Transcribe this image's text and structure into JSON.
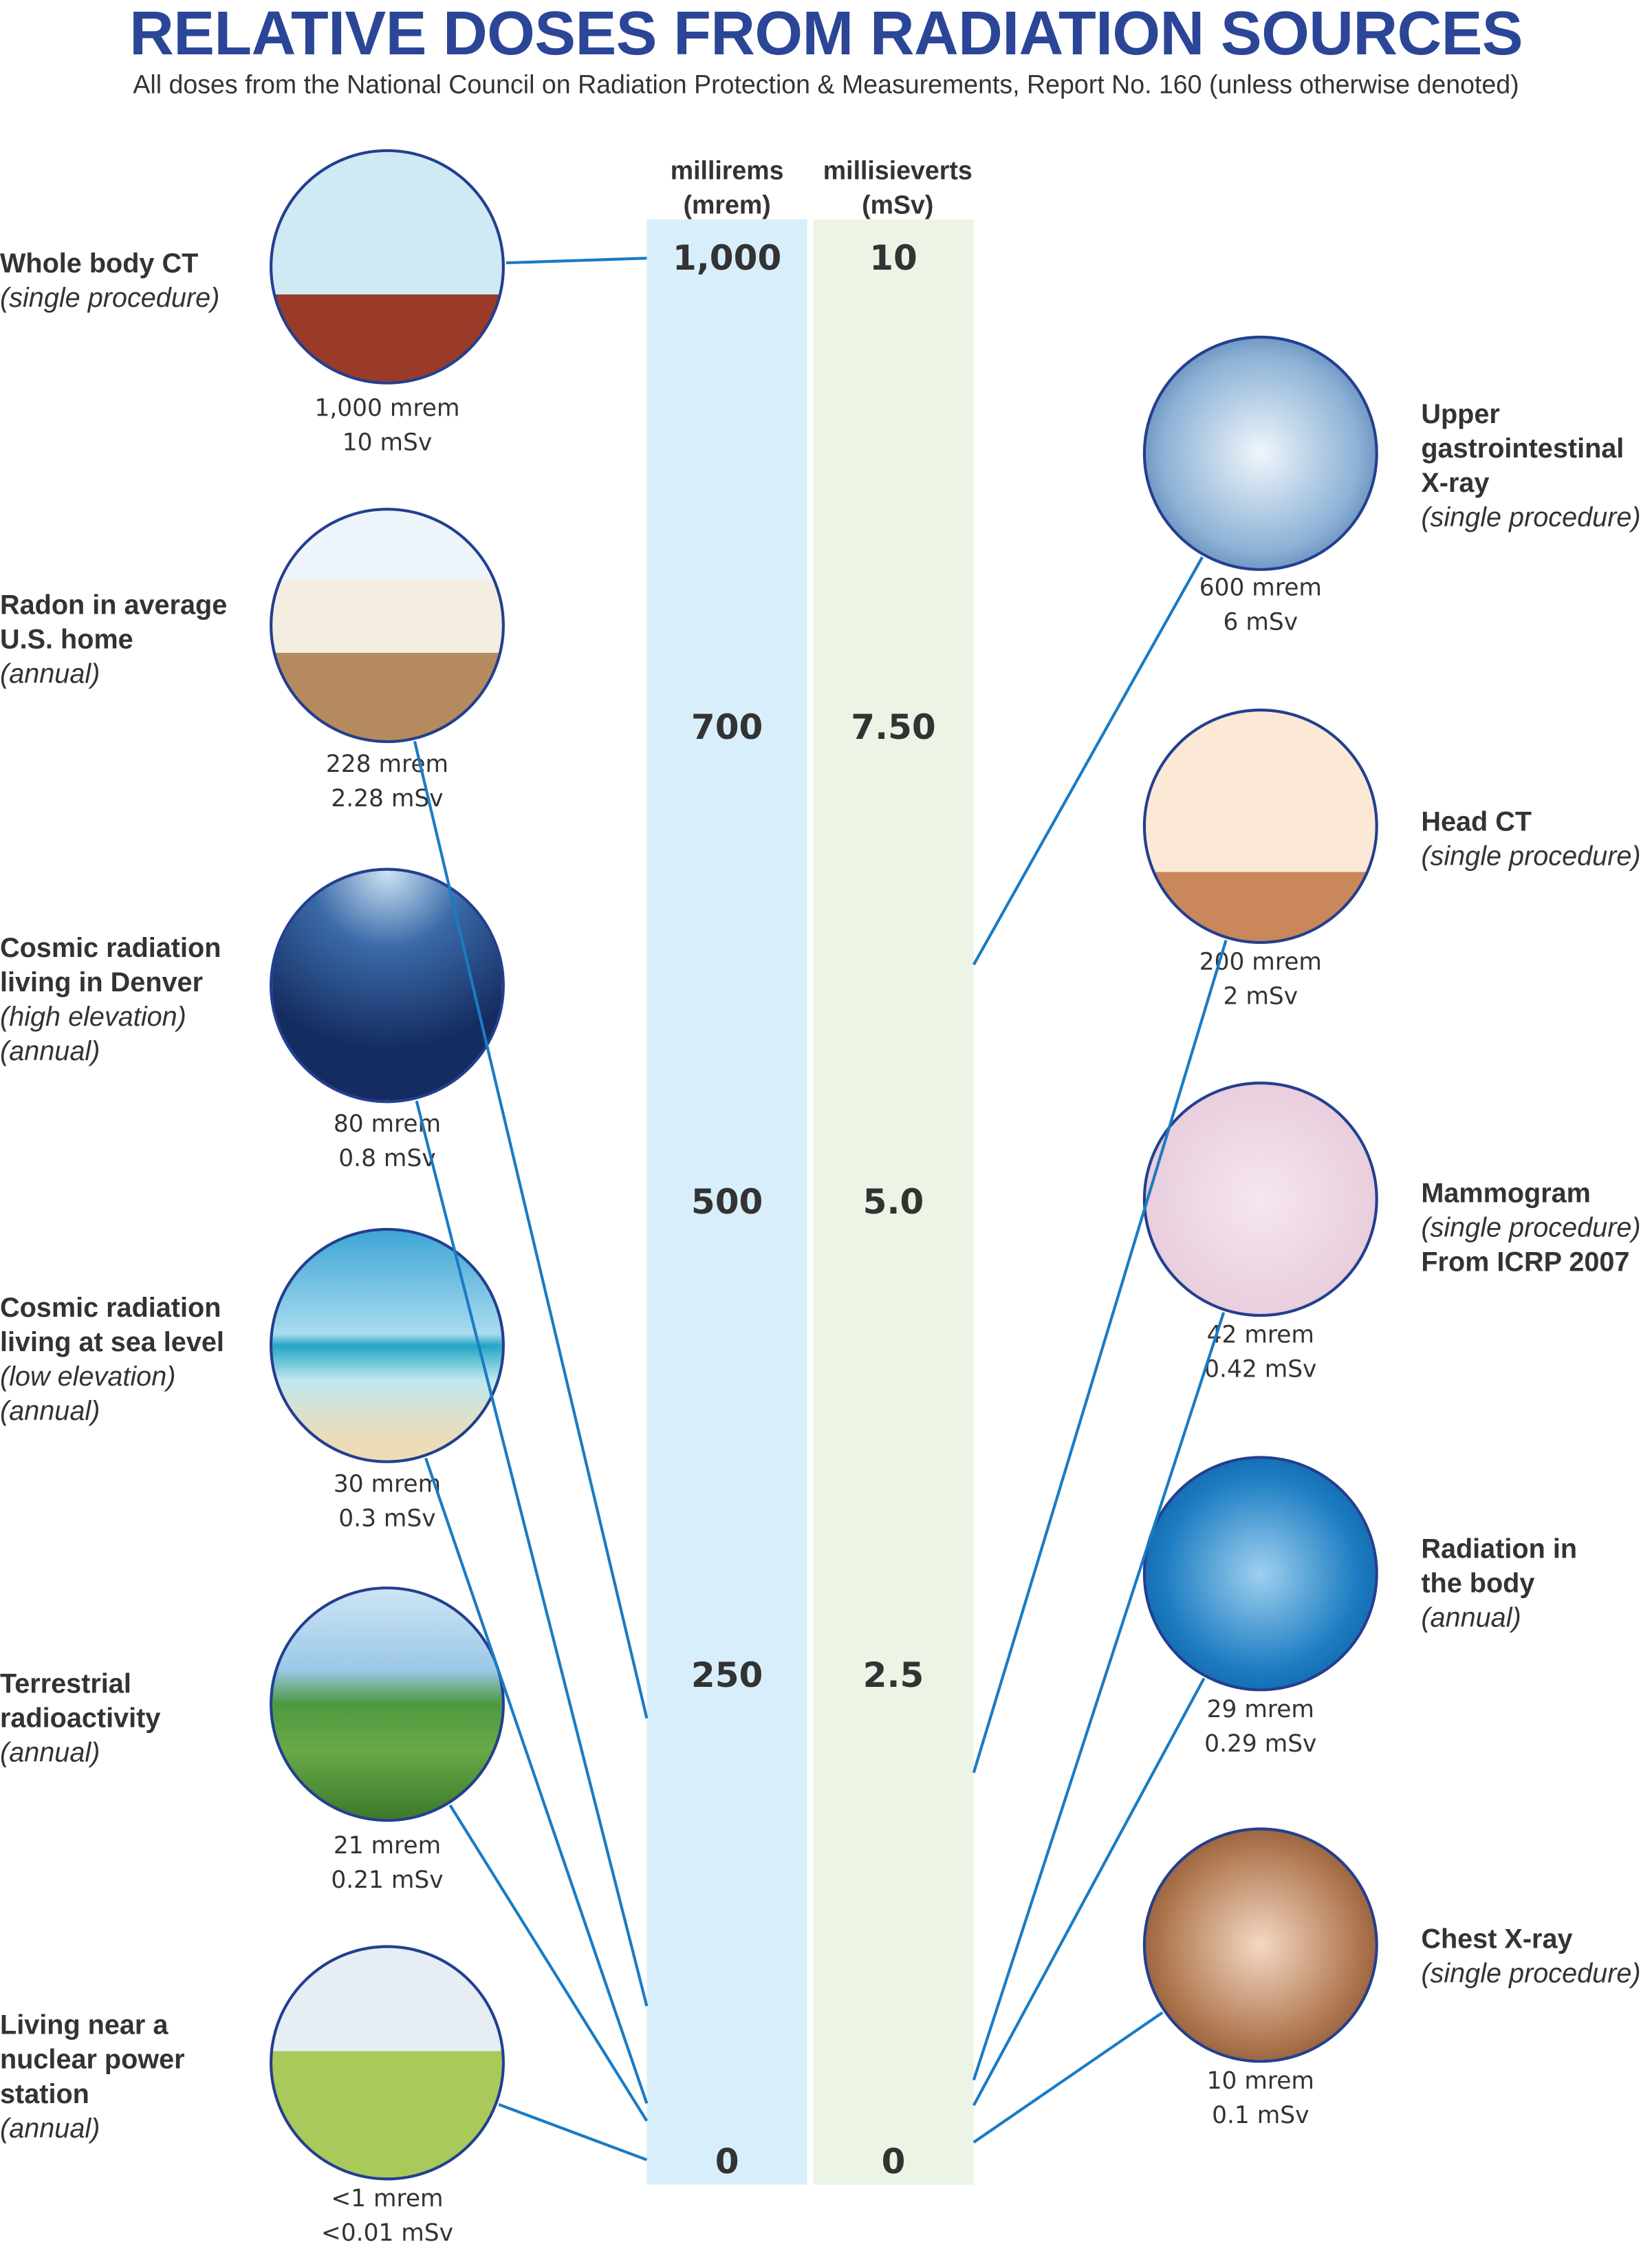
{
  "title": "RELATIVE DOSES FROM RADIATION SOURCES",
  "subtitle": "All doses from the National Council on Radiation Protection & Measurements, Report No. 160 (unless otherwise denoted)",
  "columns": {
    "mrem": {
      "line1": "millirems",
      "line2": "(mrem)",
      "color": "#d8effb"
    },
    "msv": {
      "line1": "millisieverts",
      "line2": "(mSv)",
      "color": "#ecf4e6"
    }
  },
  "scale": [
    {
      "mrem": "1,000",
      "msv": "10"
    },
    {
      "mrem": "700",
      "msv": "7.50"
    },
    {
      "mrem": "500",
      "msv": "5.0"
    },
    {
      "mrem": "250",
      "msv": "2.5"
    },
    {
      "mrem": "0",
      "msv": "0"
    }
  ],
  "line_color": "#1a7bc4",
  "left_sources": [
    {
      "icon": "ct-scanner-icon",
      "lines": [
        {
          "text": "Whole body CT",
          "style": "b"
        },
        {
          "text": "(single procedure)",
          "style": "i"
        }
      ],
      "mrem": "1,000 mrem",
      "msv": "10 mSv",
      "dose_mrem": 1000
    },
    {
      "icon": "house-icon",
      "lines": [
        {
          "text": "Radon in average",
          "style": "b"
        },
        {
          "text": "U.S. home",
          "style": "b"
        },
        {
          "text": "(annual)",
          "style": "i"
        }
      ],
      "mrem": "228 mrem",
      "msv": "2.28 mSv",
      "dose_mrem": 228
    },
    {
      "icon": "mountain-stars-icon",
      "lines": [
        {
          "text": "Cosmic radiation",
          "style": "b"
        },
        {
          "text": "living in Denver",
          "style": "b"
        },
        {
          "text": "(high elevation)",
          "style": "i"
        },
        {
          "text": "(annual)",
          "style": "i"
        }
      ],
      "mrem": "80 mrem",
      "msv": "0.8 mSv",
      "dose_mrem": 80
    },
    {
      "icon": "beach-palm-icon",
      "lines": [
        {
          "text": "Cosmic radiation",
          "style": "b"
        },
        {
          "text": "living at sea level",
          "style": "b"
        },
        {
          "text": "(low elevation)",
          "style": "i"
        },
        {
          "text": "(annual)",
          "style": "i"
        }
      ],
      "mrem": "30 mrem",
      "msv": "0.3 mSv",
      "dose_mrem": 30
    },
    {
      "icon": "green-hills-icon",
      "lines": [
        {
          "text": "Terrestrial",
          "style": "b"
        },
        {
          "text": "radioactivity",
          "style": "b"
        },
        {
          "text": "(annual)",
          "style": "i"
        }
      ],
      "mrem": "21 mrem",
      "msv": "0.21 mSv",
      "dose_mrem": 21
    },
    {
      "icon": "nuclear-plant-icon",
      "lines": [
        {
          "text": "Living near a",
          "style": "b"
        },
        {
          "text": "nuclear power",
          "style": "b"
        },
        {
          "text": "station",
          "style": "b"
        },
        {
          "text": "(annual)",
          "style": "i"
        }
      ],
      "mrem": "<1 mrem",
      "msv": "<0.01 mSv",
      "dose_mrem": 1
    }
  ],
  "right_sources": [
    {
      "icon": "stomach-xray-icon",
      "lines": [
        {
          "text": "Upper",
          "style": "b"
        },
        {
          "text": "gastrointestinal",
          "style": "b"
        },
        {
          "text": "X-ray",
          "style": "b"
        },
        {
          "text": "(single procedure)",
          "style": "i"
        }
      ],
      "mrem": "600 mrem",
      "msv": "6 mSv",
      "dose_mrem": 600
    },
    {
      "icon": "head-ct-icon",
      "lines": [
        {
          "text": "Head CT",
          "style": "b"
        },
        {
          "text": "(single procedure)",
          "style": "i"
        }
      ],
      "mrem": "200 mrem",
      "msv": "2 mSv",
      "dose_mrem": 200
    },
    {
      "icon": "mammography-machine-icon",
      "lines": [
        {
          "text": "Mammogram",
          "style": "b"
        },
        {
          "text": "(single procedure)",
          "style": "i"
        },
        {
          "text": "From ICRP 2007",
          "style": "b"
        }
      ],
      "mrem": "42 mrem",
      "msv": "0.42 mSv",
      "dose_mrem": 42
    },
    {
      "icon": "glowing-body-icon",
      "lines": [
        {
          "text": "Radiation in",
          "style": "b"
        },
        {
          "text": "the body",
          "style": "b"
        },
        {
          "text": "(annual)",
          "style": "i"
        }
      ],
      "mrem": "29 mrem",
      "msv": "0.29 mSv",
      "dose_mrem": 29
    },
    {
      "icon": "chest-xray-icon",
      "lines": [
        {
          "text": "Chest X-ray",
          "style": "b"
        },
        {
          "text": "(single procedure)",
          "style": "i"
        }
      ],
      "mrem": "10 mrem",
      "msv": "0.1 mSv",
      "dose_mrem": 10
    }
  ]
}
